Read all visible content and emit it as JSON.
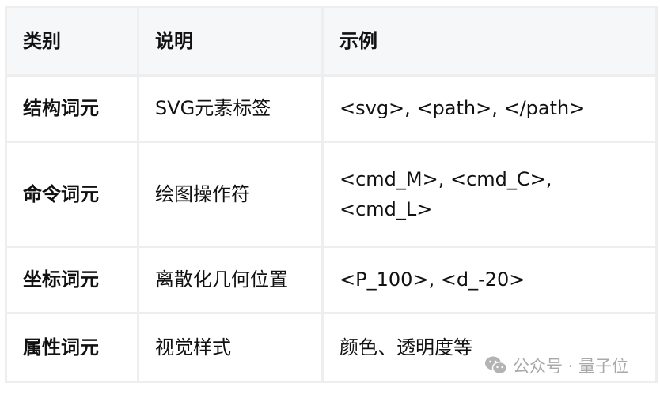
{
  "table": {
    "headers": [
      "类别",
      "说明",
      "示例"
    ],
    "rows": [
      {
        "category": "结构词元",
        "description": "SVG元素标签",
        "example": "<svg>, <path>, </path>"
      },
      {
        "category": "命令词元",
        "description": "绘图操作符",
        "example_line1": "<cmd_M>, <cmd_C>,",
        "example_line2": "<cmd_L>"
      },
      {
        "category": "坐标词元",
        "description": "离散化几何位置",
        "example": "<P_100>, <d_-20>"
      },
      {
        "category": "属性词元",
        "description": "视觉样式",
        "example": "颜色、透明度等"
      }
    ]
  },
  "watermark": {
    "icon": "wechat-icon",
    "text": "公众号 · 量子位"
  },
  "colors": {
    "header_bg": "#f6f7f9",
    "border": "#eeeeef",
    "text": "#111111",
    "watermark": "#a9a9a9"
  }
}
